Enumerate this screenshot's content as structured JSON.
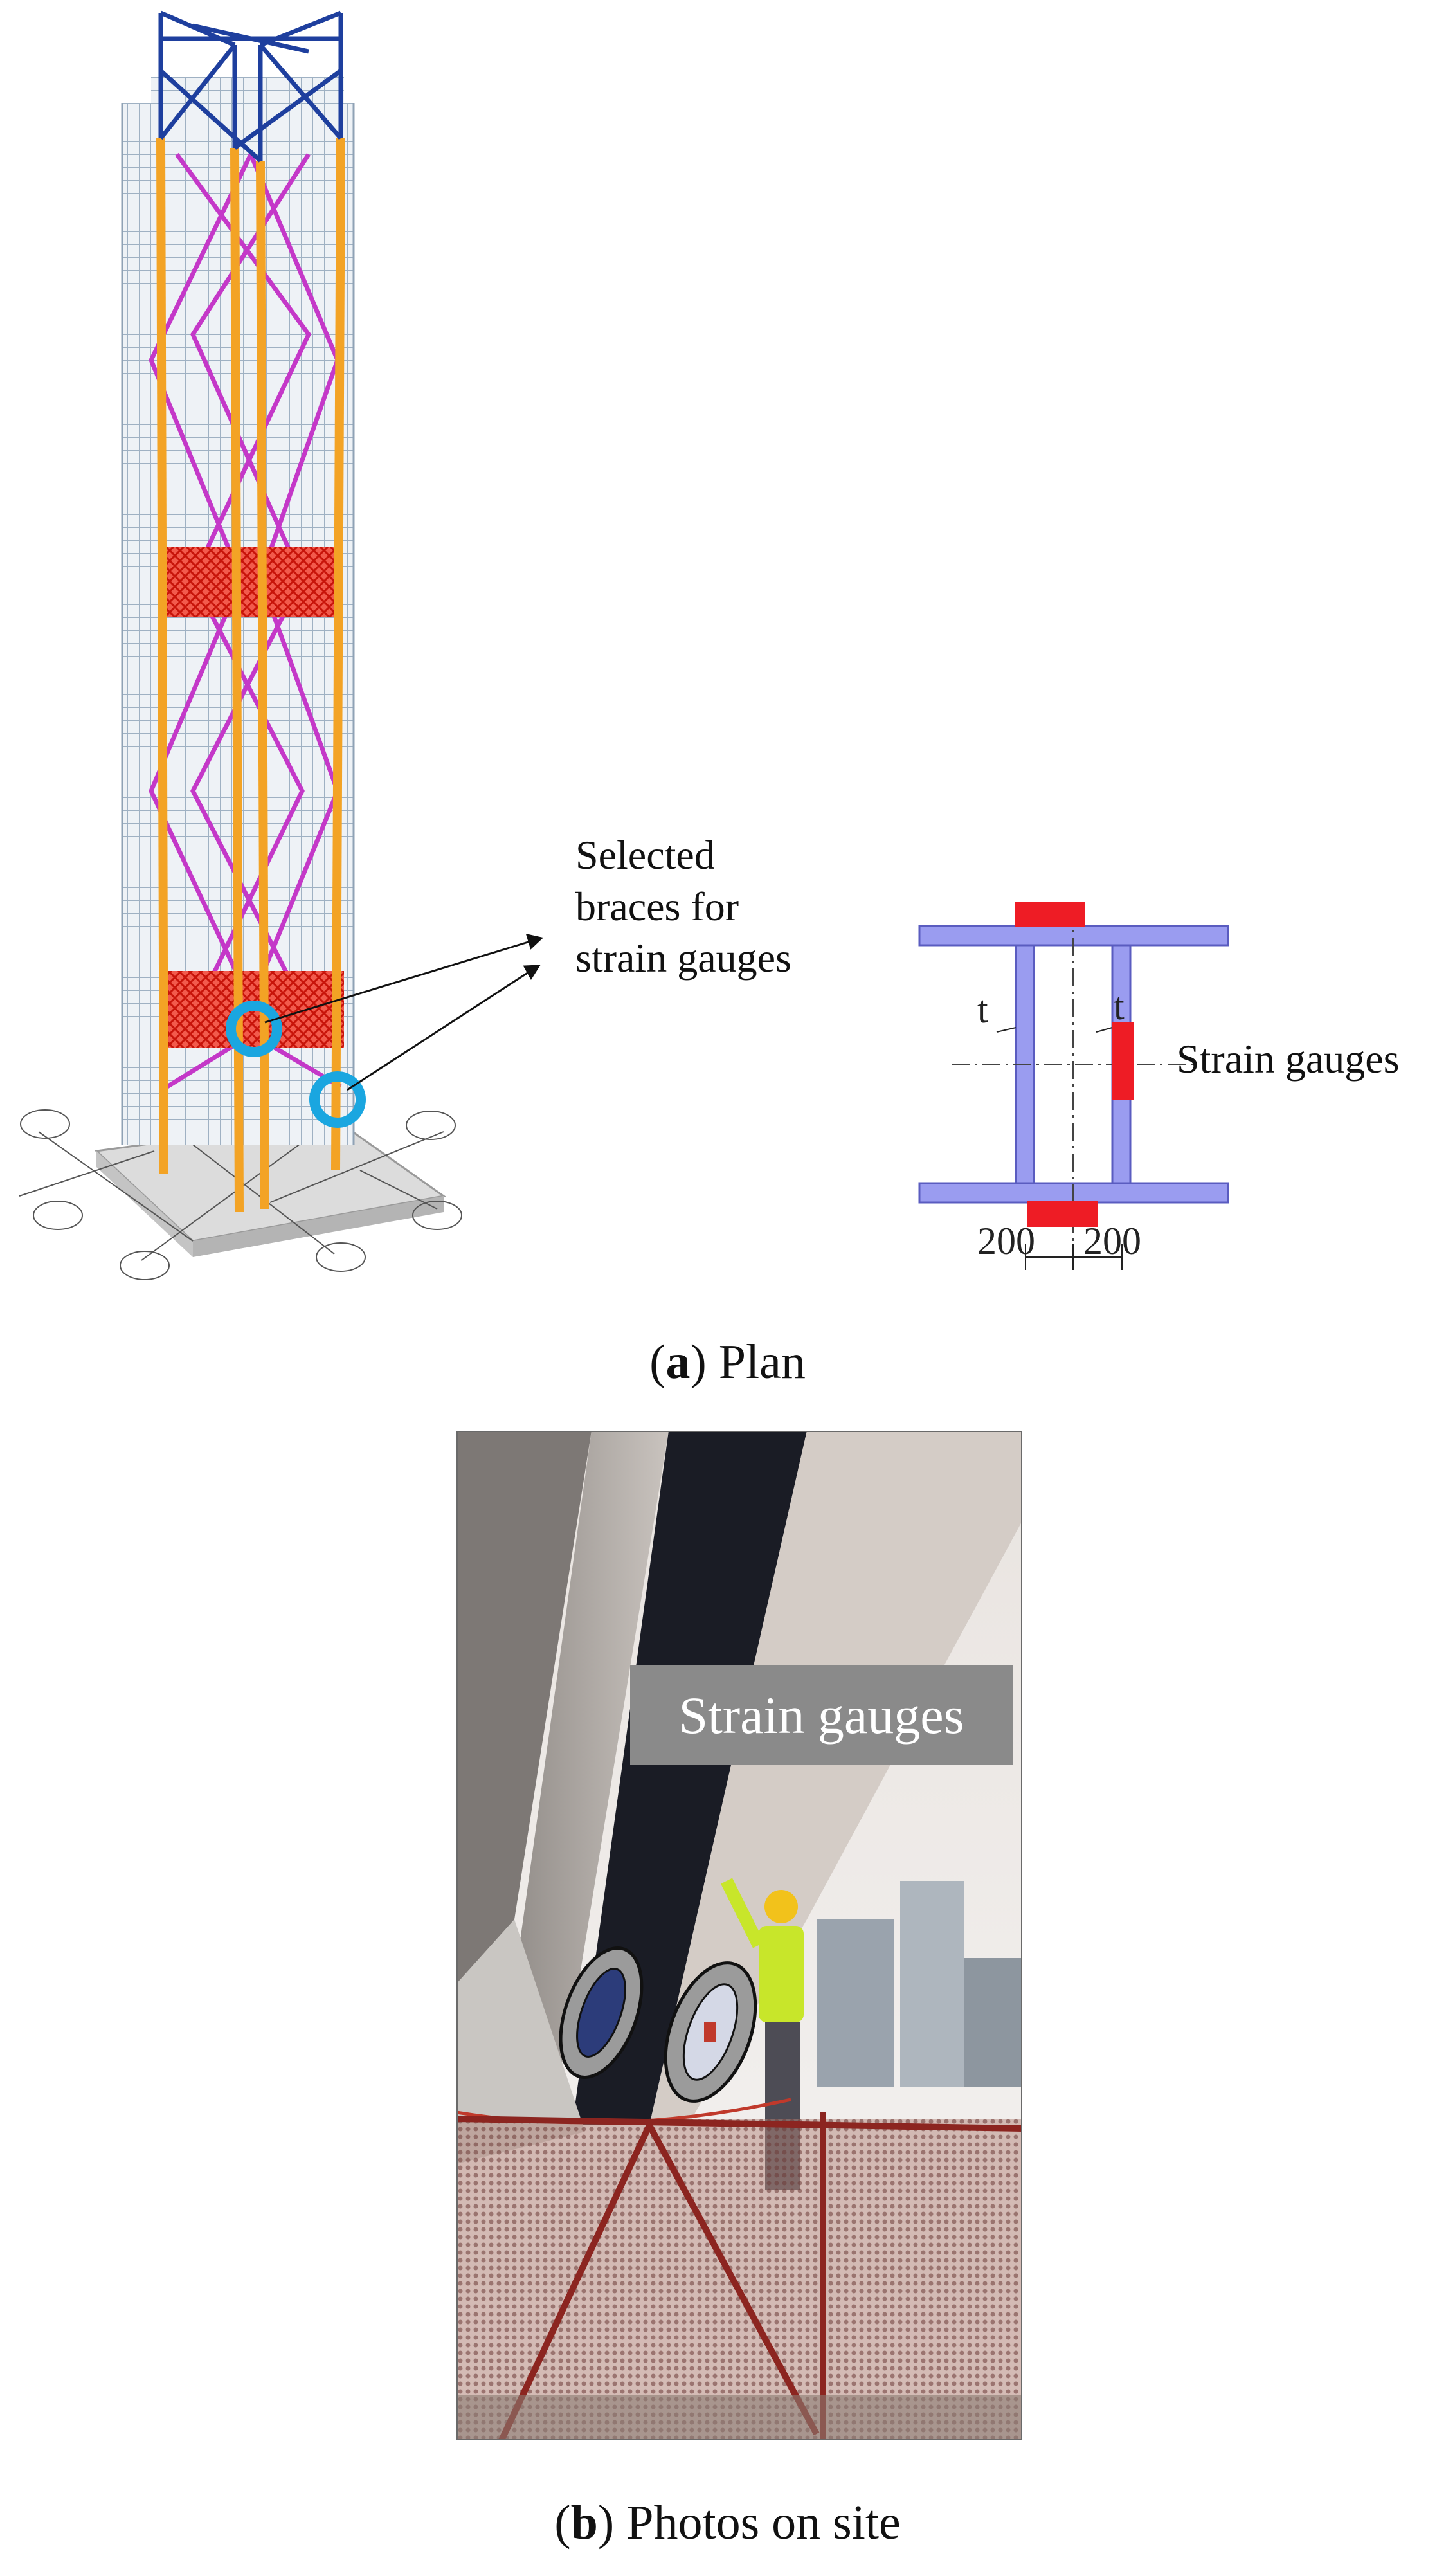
{
  "panel_a": {
    "caption_letter": "a",
    "caption_text": "Plan",
    "braces_label": [
      "Selected",
      "braces for",
      "strain gauges"
    ],
    "strain_gauges_label": "Strain gauges",
    "section_dims": {
      "t_left": "t",
      "t_right": "t",
      "dim_left": "200",
      "dim_right": "200"
    },
    "colors": {
      "columns": "#f3a325",
      "braces": "#c438c8",
      "belt_truss": "#e22a1c",
      "top_hat": "#1e3f9e",
      "frame": "#a7b7c8",
      "highlight_ring": "#1aa6e0",
      "section_fill": "#9a9cf0",
      "gauge": "#ee1c25"
    }
  },
  "panel_b": {
    "caption_letter": "b",
    "caption_text": "Photos on site",
    "photo_label": "Strain gauges"
  }
}
